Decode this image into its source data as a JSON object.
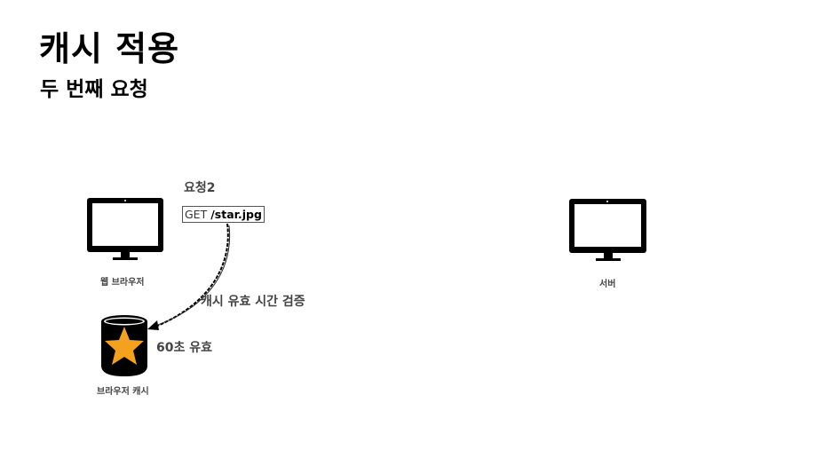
{
  "slide": {
    "title": "캐시 적용",
    "subtitle": "두 번째 요청"
  },
  "browser": {
    "label": "웹 브라우저",
    "icon": "monitor-icon"
  },
  "server": {
    "label": "서버",
    "icon": "monitor-icon"
  },
  "request": {
    "label": "요청2",
    "method": "GET",
    "path": "/star.jpg"
  },
  "cache": {
    "label": "브라우저 캐시",
    "validity": "60초 유효",
    "icon": "database-star-icon",
    "star_color": "#F4A21E"
  },
  "arrow": {
    "label": "캐시 유효 시간 검증"
  }
}
